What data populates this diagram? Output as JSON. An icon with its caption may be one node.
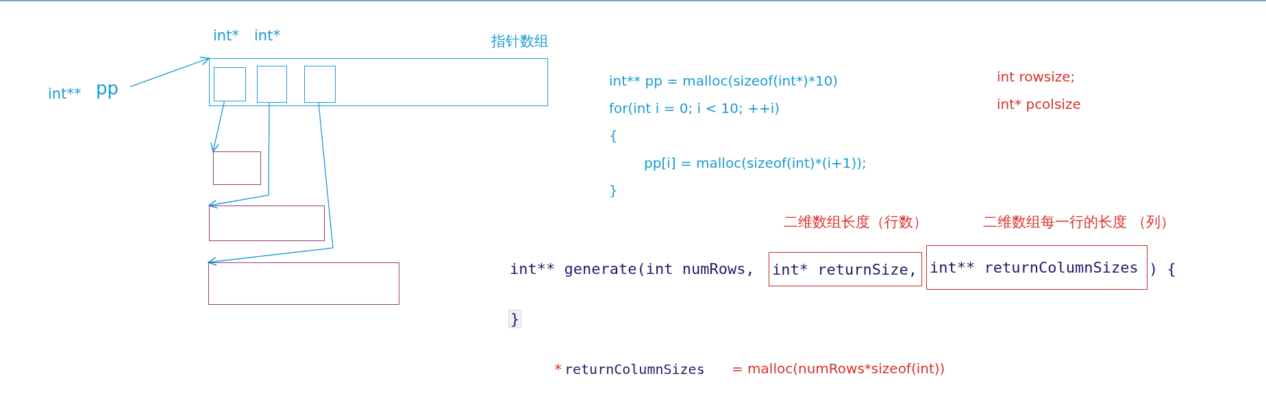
{
  "diagram": {
    "nodes": [
      {
        "text": [
          "pp"
        ]
      },
      {
        "text": [
          "指针数组"
        ]
      },
      {
        "text": [],
        "shape": "box",
        "in": 1
      },
      {
        "text": [],
        "shape": "box",
        "in": 1
      },
      {
        "text": [],
        "shape": "box",
        "in": 1
      },
      {
        "text": [],
        "shape": "box"
      },
      {
        "text": [],
        "shape": "box"
      },
      {
        "text": [],
        "shape": "box"
      },
      {
        "text": [
          "int* returnSize,"
        ],
        "beside": [
          "二维数组长度（行数）"
        ]
      },
      {
        "text": [
          "int** returnColumnSizes"
        ],
        "beside": [
          "二维数组每一行的长度 （列）"
        ]
      }
    ],
    "edges": [
      {
        "from": 0,
        "to": 1,
        "arrow": "to"
      },
      {
        "from": 2,
        "to": 5,
        "arrow": "to"
      },
      {
        "from": 3,
        "to": 6,
        "arrow": "to"
      },
      {
        "from": 4,
        "to": 7,
        "arrow": "to"
      }
    ],
    "labels": [
      "int*",
      "int*",
      "int**",
      "int** pp = malloc(sizeof(int*)*10)",
      "int rowsize;",
      "for(int i = 0; i < 10; ++i)",
      "int* pcolsize",
      "{",
      "pp[i] = malloc(sizeof(int)*(i+1));",
      "}",
      "int** generate(int numRows,",
      ") {",
      "}",
      "*",
      "returnColumnSizes",
      "= malloc(numRows*sizeof(int))"
    ]
  }
}
